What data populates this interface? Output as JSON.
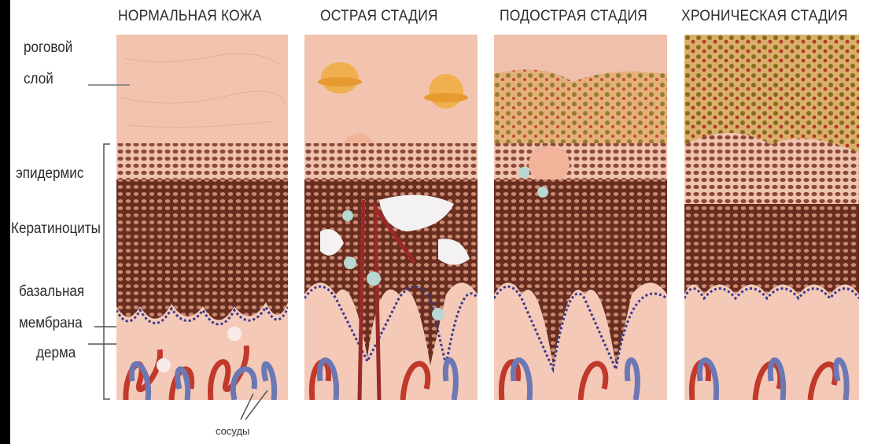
{
  "stages": [
    {
      "title": "НОРМАЛЬНАЯ КОЖА"
    },
    {
      "title": "ОСТРАЯ СТАДИЯ"
    },
    {
      "title": "ПОДОСТРАЯ СТАДИЯ"
    },
    {
      "title": "ХРОНИЧЕСКАЯ СТАДИЯ"
    }
  ],
  "layer_labels": {
    "stratum_corneum_1": "роговой",
    "stratum_corneum_2": "слой",
    "epidermis": "эпидермис",
    "keratinocytes": "Кератиноциты",
    "basal_1": "базальная",
    "basal_2": "мембрана",
    "dermis": "дерма",
    "vessels": "сосуды"
  },
  "colors": {
    "horny_layer": "#f2c2ae",
    "epidermis_cells": "#7a3a2a",
    "dermis": "#f4c9b8",
    "artery": "#c0392b",
    "vein": "#6b78b4",
    "basal_dots": "#3a3a8c",
    "crust": "#b59a3a"
  }
}
